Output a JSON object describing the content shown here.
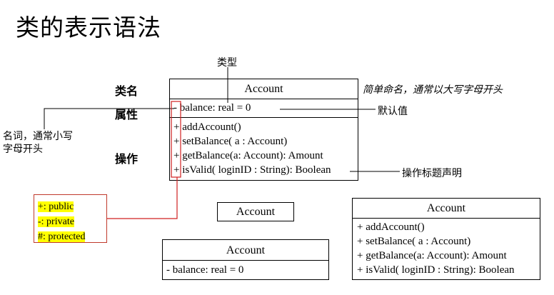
{
  "title": "类的表示语法",
  "labels": {
    "type": "类型",
    "class_name": "类名",
    "attribute": "属性",
    "operation": "操作",
    "noun_note_line1": "名词，通常小写",
    "noun_note_line2": "字母开头",
    "naming_note": "简单命名，通常以大写字母开头",
    "default_value": "默认值",
    "op_signature": "操作标题声明"
  },
  "main_class": {
    "name": "Account",
    "attribute": "- balance: real = 0",
    "ops": [
      "+ addAccount()",
      "+ setBalance( a : Account)",
      "+ getBalance(a: Account): Amount",
      "+ isValid( loginID : String): Boolean"
    ]
  },
  "legend": [
    "+: public",
    "-: private",
    "#: protected"
  ],
  "simple_class": {
    "name": "Account"
  },
  "attr_class": {
    "name": "Account",
    "attribute": "- balance: real = 0"
  },
  "ops_class": {
    "name": "Account",
    "ops": [
      "+ addAccount()",
      "+ setBalance( a : Account)",
      "+ getBalance(a: Account): Amount",
      "+ isValid( loginID : String): Boolean"
    ]
  }
}
